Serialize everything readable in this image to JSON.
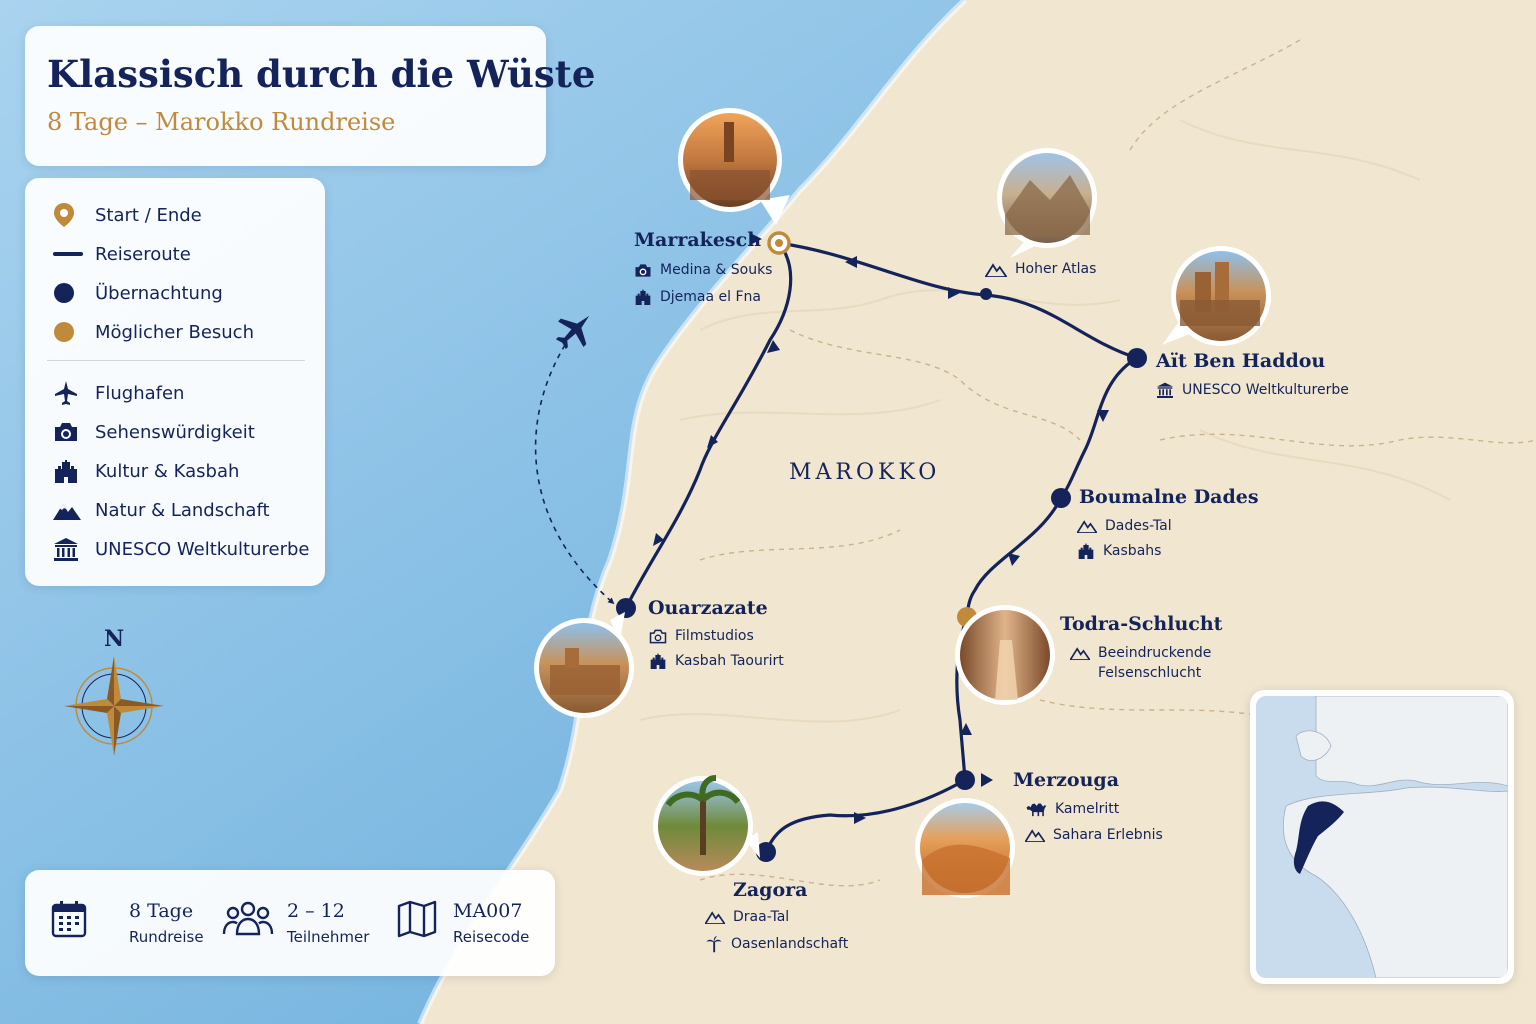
{
  "title": "Klassisch durch die Wüste",
  "subtitle": "8 Tage – Marokko Rundreise",
  "country_label": "MAROKKO",
  "compass_label": "N",
  "legend": {
    "items": [
      {
        "icon": "pin-icon",
        "label": "Start / Ende"
      },
      {
        "icon": "route-line-icon",
        "label": "Reiseroute"
      },
      {
        "icon": "overnight-dot-icon",
        "label": "Übernachtung"
      },
      {
        "icon": "visit-dot-icon",
        "label": "Möglicher Besuch"
      },
      {
        "icon": "airplane-icon",
        "label": "Flughafen"
      },
      {
        "icon": "camera-icon",
        "label": "Sehenswürdigkeit"
      },
      {
        "icon": "kasbah-icon",
        "label": "Kultur & Kasbah"
      },
      {
        "icon": "mountain-icon",
        "label": "Natur & Landschaft"
      },
      {
        "icon": "unesco-icon",
        "label": "UNESCO Weltkulturerbe"
      }
    ]
  },
  "stops": {
    "marrakesch": {
      "name": "Marrakesch",
      "poi1": "Medina & Souks",
      "poi2": "Djemaa el Fna"
    },
    "hoher_atlas": {
      "poi1": "Hoher Atlas"
    },
    "ait_ben_haddou": {
      "name": "Aït Ben Haddou",
      "poi1": "UNESCO Weltkulturerbe"
    },
    "boumalne": {
      "name": "Boumalne Dades",
      "poi1": "Dades-Tal",
      "poi2": "Kasbahs"
    },
    "todra": {
      "name": "Todra-Schlucht",
      "poi1": "Beeindruckende",
      "poi2": "Felsenschlucht"
    },
    "merzouga": {
      "name": "Merzouga",
      "poi1": "Kamelritt",
      "poi2": "Sahara Erlebnis"
    },
    "zagora": {
      "name": "Zagora",
      "poi1": "Draa-Tal",
      "poi2": "Oasenlandschaft"
    },
    "ouarzazate": {
      "name": "Ouarzazate",
      "poi1": "Filmstudios",
      "poi2": "Kasbah Taourirt"
    }
  },
  "stats": [
    {
      "icon": "calendar-icon",
      "value": "8 Tage",
      "label": "Rundreise"
    },
    {
      "icon": "people-icon",
      "value": "2 – 12",
      "label": "Teilnehmer"
    },
    {
      "icon": "map-icon",
      "value": "MA007",
      "label": "Reisecode"
    }
  ],
  "colors": {
    "navy": "#14245a",
    "gold": "#c08a3a",
    "sea": "#7db8e0",
    "land": "#f1e6cf"
  }
}
